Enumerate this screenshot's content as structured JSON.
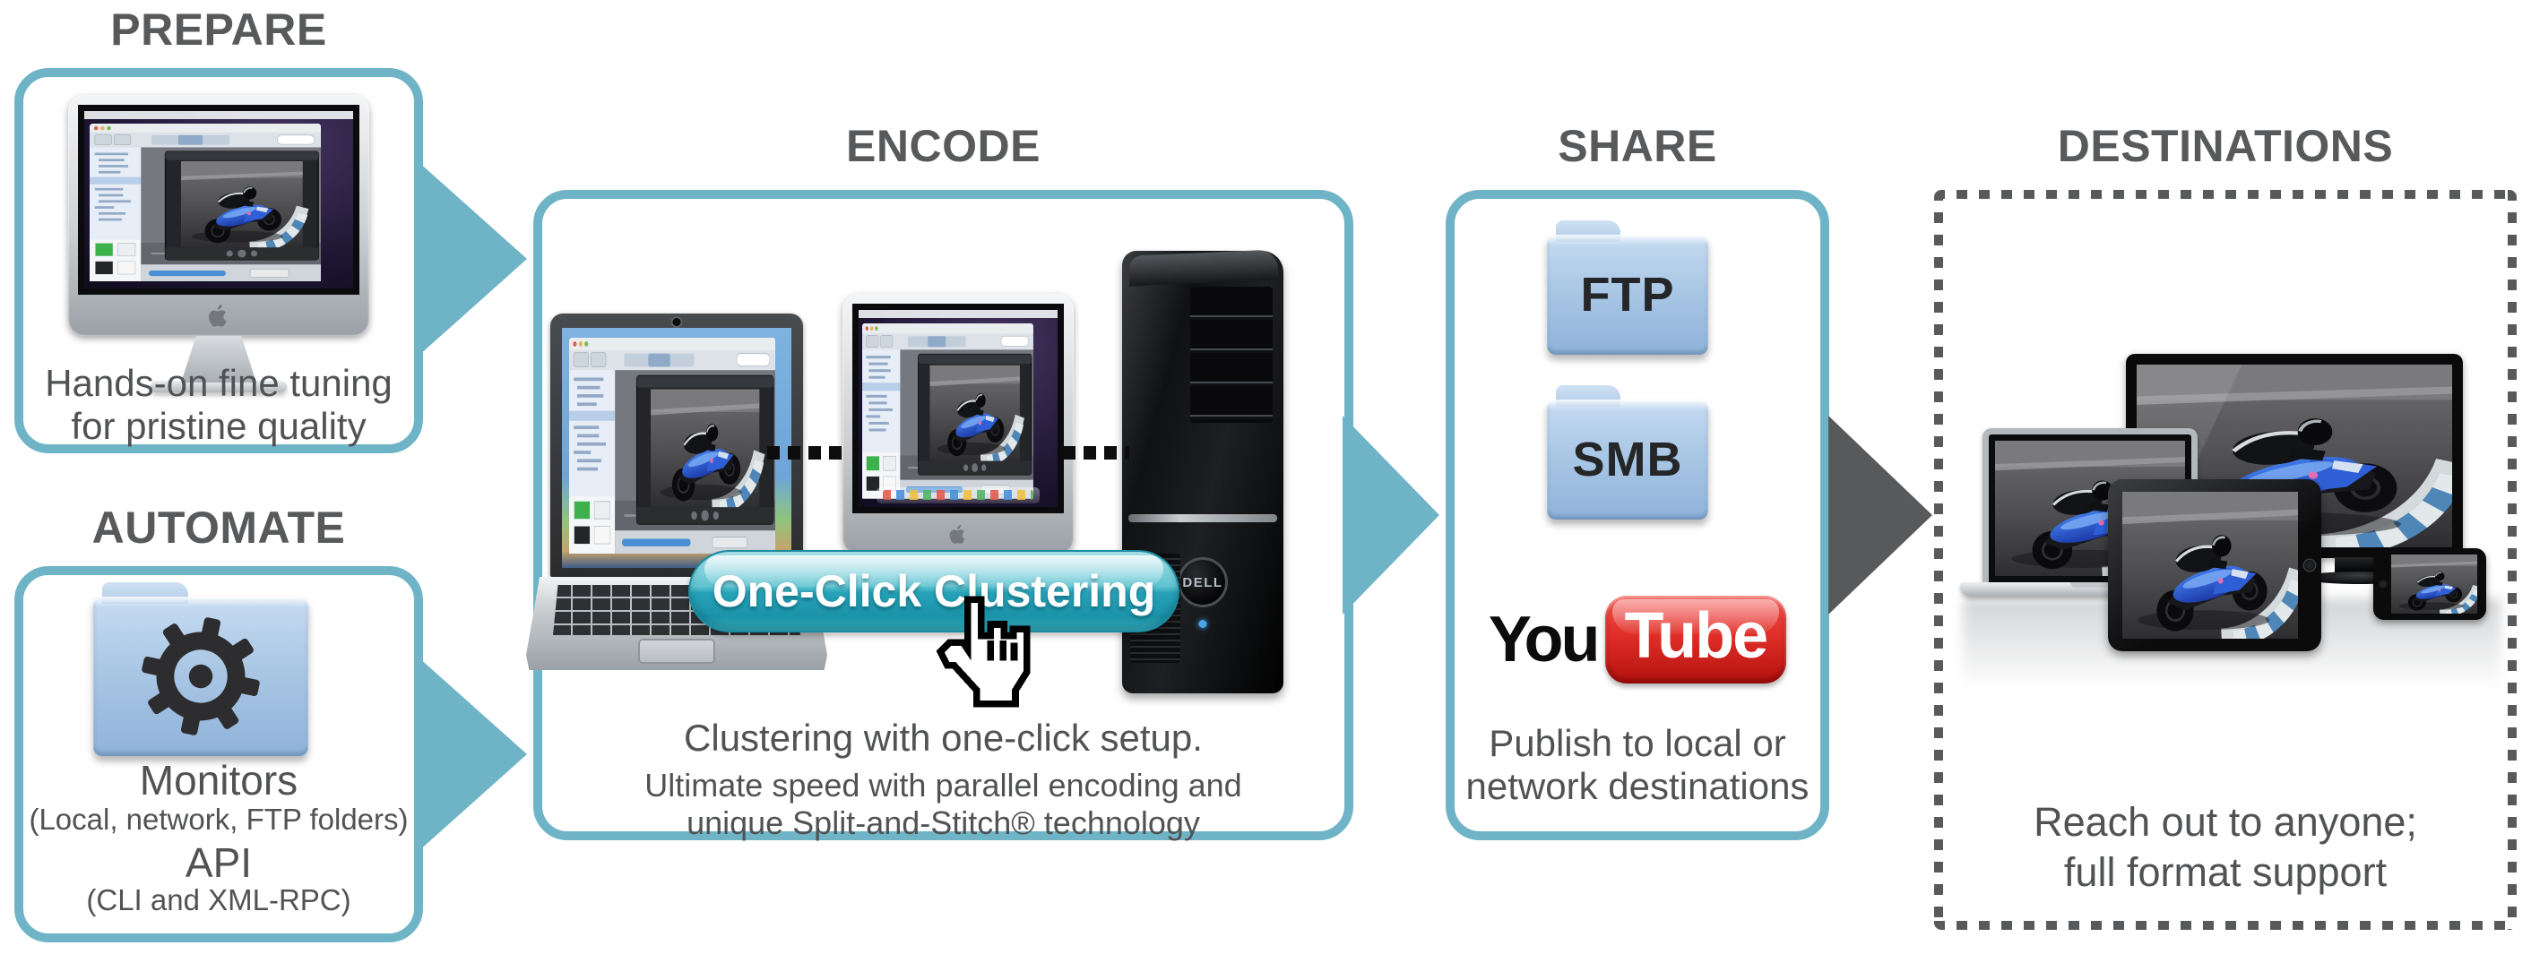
{
  "colors": {
    "accent_teal": "#6fb4c6",
    "title_gray": "#58595b",
    "caption_gray": "#515254",
    "arrow_gray": "#58595b",
    "youtube_red": "#e02e28",
    "folder_blue": "#aac7e5",
    "button_teal": "#27a2b8"
  },
  "prepare": {
    "title": "PREPARE",
    "caption": [
      "Hands-on fine tuning",
      "for pristine quality"
    ],
    "device_icon": "imac-with-encoder-app"
  },
  "automate": {
    "title": "AUTOMATE",
    "icon": "gear-folder-icon",
    "monitors_label": "Monitors",
    "monitors_detail": "(Local, network, FTP folders)",
    "api_label": "API",
    "api_detail": "(CLI and XML-RPC)"
  },
  "encode": {
    "title": "ENCODE",
    "device_icons": [
      "laptop-with-encoder-app",
      "imac-with-encoder-app",
      "dell-tower"
    ],
    "tower_badge": "DELL",
    "button_label": "One-Click Clustering",
    "cursor_icon": "hand-cursor-icon",
    "caption": [
      "Clustering with one-click setup.",
      "Ultimate speed with parallel encoding and",
      "unique Split-and-Stitch® technology"
    ]
  },
  "share": {
    "title": "SHARE",
    "folders": [
      {
        "label": "FTP"
      },
      {
        "label": "SMB"
      }
    ],
    "youtube": {
      "you": "You",
      "tube": "Tube"
    },
    "caption": [
      "Publish to local or",
      "network destinations"
    ]
  },
  "destinations": {
    "title": "DESTINATIONS",
    "device_icons": [
      "tv-screen",
      "macbook",
      "tablet",
      "smartphone"
    ],
    "caption": [
      "Reach out to anyone;",
      "full format support"
    ]
  }
}
